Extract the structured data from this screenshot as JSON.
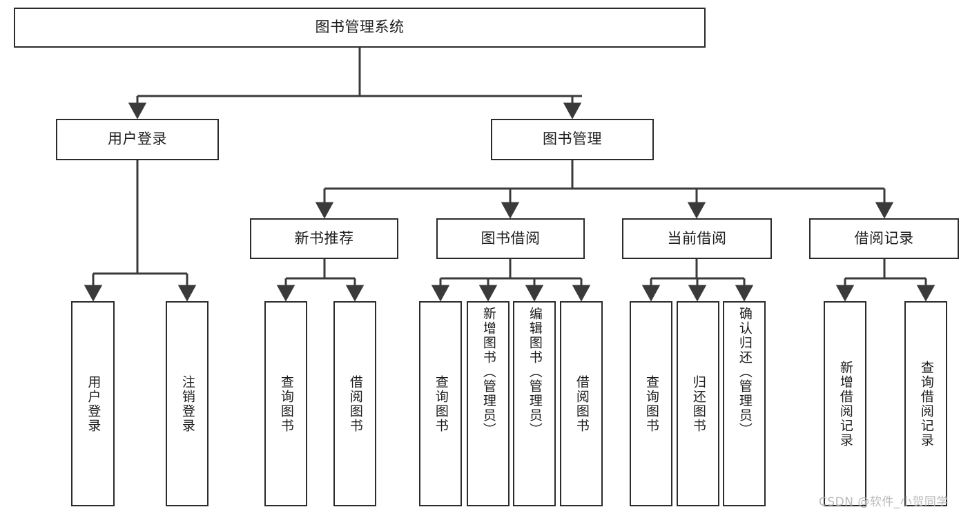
{
  "diagram": {
    "type": "tree",
    "title": "图书管理系统",
    "root": {
      "label": "图书管理系统"
    },
    "level2": [
      {
        "label": "用户登录"
      },
      {
        "label": "图书管理"
      }
    ],
    "level3": [
      {
        "label": "新书推荐"
      },
      {
        "label": "图书借阅"
      },
      {
        "label": "当前借阅"
      },
      {
        "label": "借阅记录"
      }
    ],
    "leaves_user_login": [
      {
        "label": "用户登录"
      },
      {
        "label": "注销登录"
      }
    ],
    "leaves_new_book": [
      {
        "label": "查询图书"
      },
      {
        "label": "借阅图书"
      }
    ],
    "leaves_borrow": [
      {
        "label": "查询图书"
      },
      {
        "label": "新增图书（管理员）"
      },
      {
        "label": "编辑图书（管理员）"
      },
      {
        "label": "借阅图书"
      }
    ],
    "leaves_current": [
      {
        "label": "查询图书"
      },
      {
        "label": "归还图书"
      },
      {
        "label": "确认归还（管理员）"
      }
    ],
    "leaves_records": [
      {
        "label": "新增借阅记录"
      },
      {
        "label": "查询借阅记录"
      }
    ]
  },
  "watermark": {
    "text": "CSDN @软件_小贺同学"
  },
  "colors": {
    "box_border": "#2b2b2b",
    "box_fill": "#ffffff",
    "connector": "#3a3a3a",
    "text": "#1c1c1c",
    "watermark": "#b9b9b9"
  }
}
